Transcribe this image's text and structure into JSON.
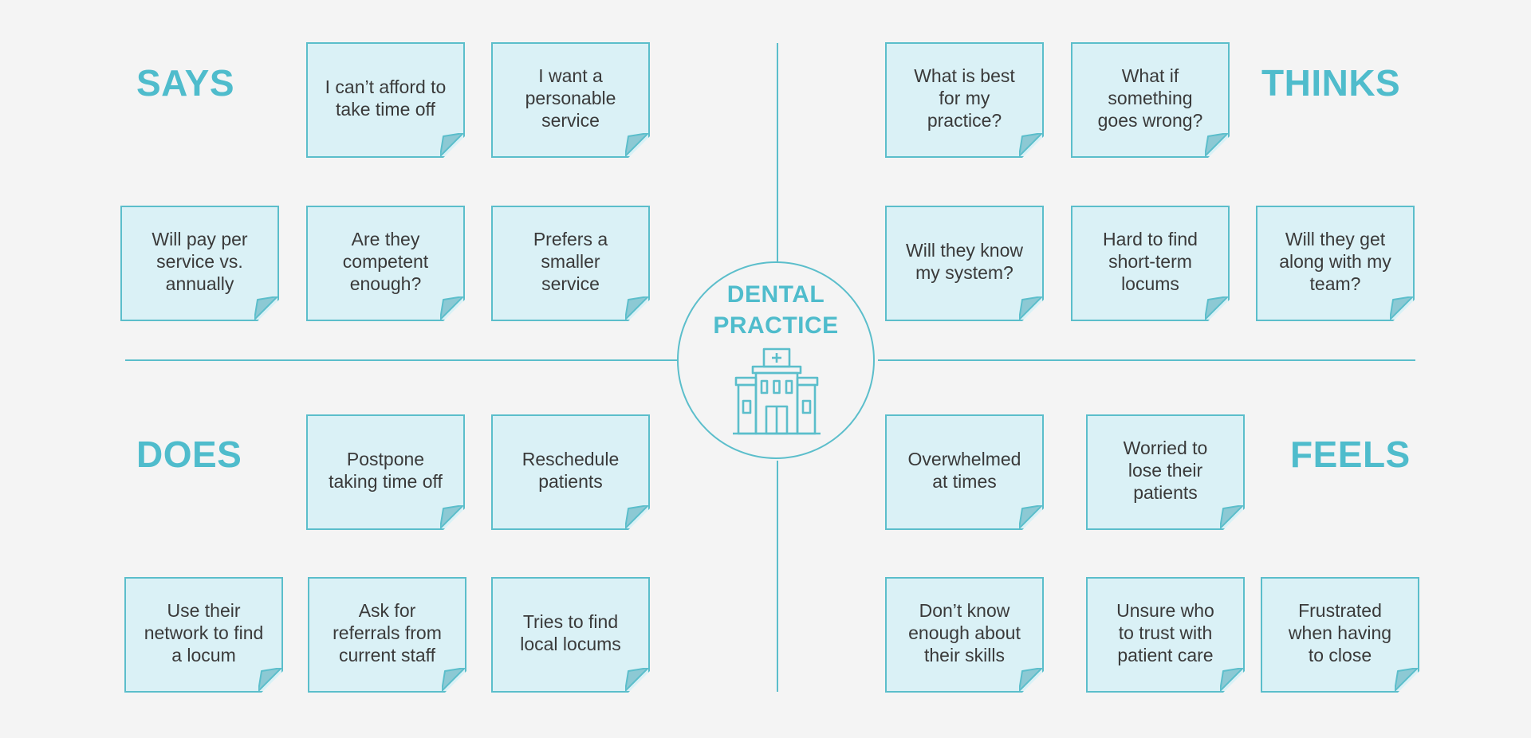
{
  "center": {
    "title": "DENTAL\nPRACTICE",
    "icon": "hospital-building-icon"
  },
  "quadrants": {
    "says": {
      "label": "SAYS",
      "notes": [
        "I can’t afford to\ntake time off",
        "I want a\npersonable\nservice",
        "Will pay per\nservice vs.\nannually",
        "Are they\ncompetent\nenough?",
        "Prefers a\nsmaller\nservice"
      ]
    },
    "thinks": {
      "label": "THINKS",
      "notes": [
        "What is best\nfor my\npractice?",
        "What if\nsomething\ngoes wrong?",
        "Will they know\nmy system?",
        "Hard to find\nshort-term\nlocums",
        "Will they get\nalong with my\nteam?"
      ]
    },
    "does": {
      "label": "DOES",
      "notes": [
        "Postpone\ntaking time off",
        "Reschedule\npatients",
        "Use their\nnetwork to find\na locum",
        "Ask for\nreferrals from\ncurrent staff",
        "Tries to find\nlocal locums"
      ]
    },
    "feels": {
      "label": "FEELS",
      "notes": [
        "Overwhelmed\nat times",
        "Worried to\nlose their\npatients",
        "Don’t know\nenough about\ntheir skills",
        "Unsure who\nto trust with\npatient care",
        "Frustrated\nwhen having\nto close"
      ]
    }
  },
  "colors": {
    "accent": "#4fbccc",
    "note_fill": "#daf1f6",
    "note_border": "#5bbecb",
    "text": "#3a3a3a",
    "background": "#f4f4f4"
  }
}
